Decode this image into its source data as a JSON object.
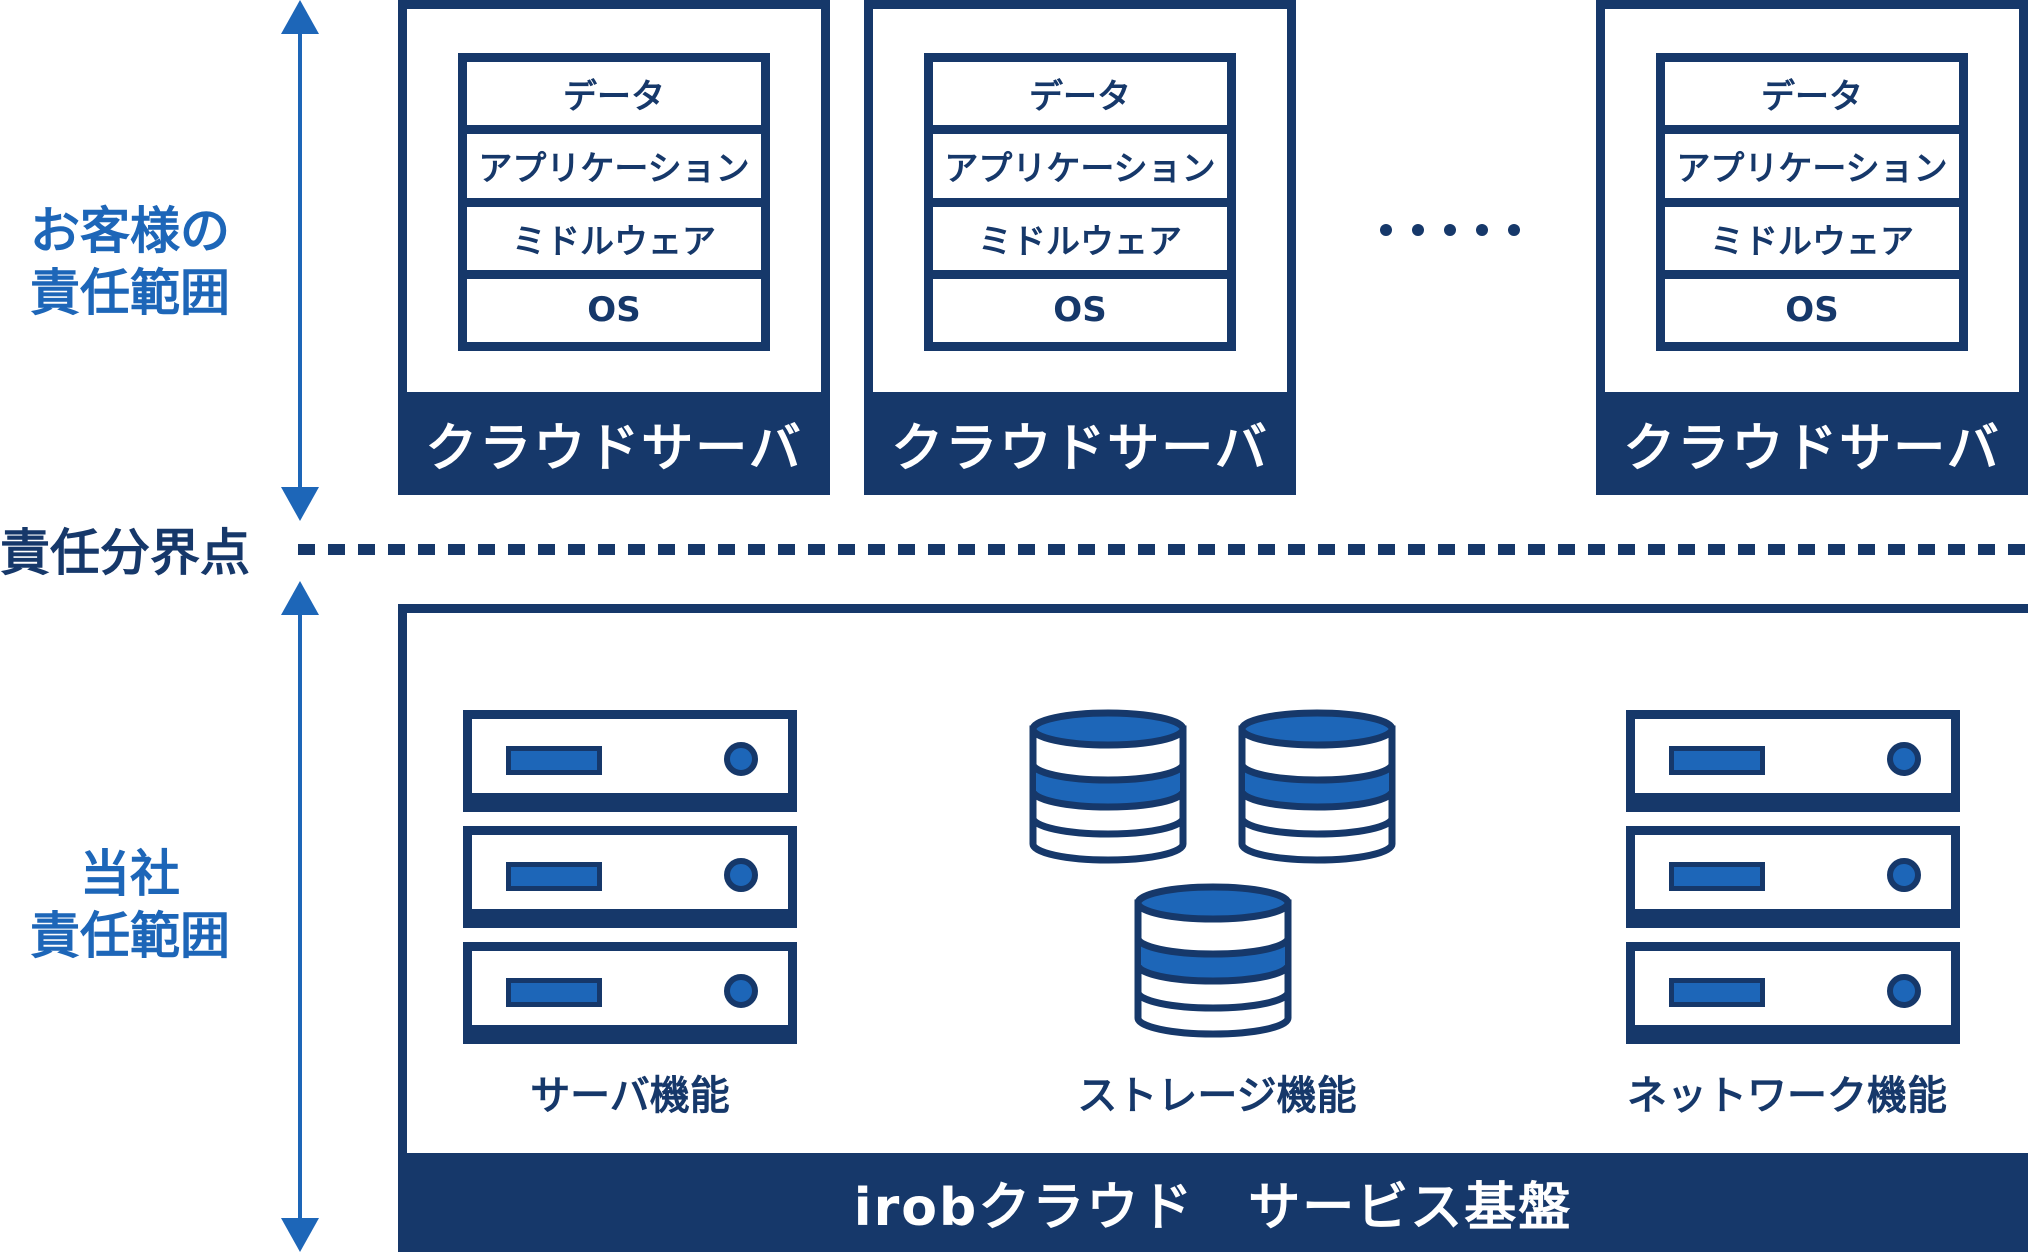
{
  "labels": {
    "customer_responsibility": [
      "お客様の",
      "責任範囲"
    ],
    "boundary": "責任分界点",
    "company_responsibility": [
      "当社",
      "責任範囲"
    ]
  },
  "cloud_servers": [
    {
      "layers": [
        "データ",
        "アプリケーション",
        "ミドルウェア",
        "OS"
      ],
      "title": "クラウドサーバ"
    },
    {
      "layers": [
        "データ",
        "アプリケーション",
        "ミドルウェア",
        "OS"
      ],
      "title": "クラウドサーバ"
    },
    {
      "layers": [
        "データ",
        "アプリケーション",
        "ミドルウェア",
        "OS"
      ],
      "title": "クラウドサーバ"
    }
  ],
  "platform": {
    "functions": {
      "server": "サーバ機能",
      "storage": "ストレージ機能",
      "network": "ネットワーク機能"
    },
    "title": "irobクラウド　サービス基盤"
  },
  "colors": {
    "navy": "#16386a",
    "blue": "#1d66b8",
    "white": "#ffffff"
  }
}
